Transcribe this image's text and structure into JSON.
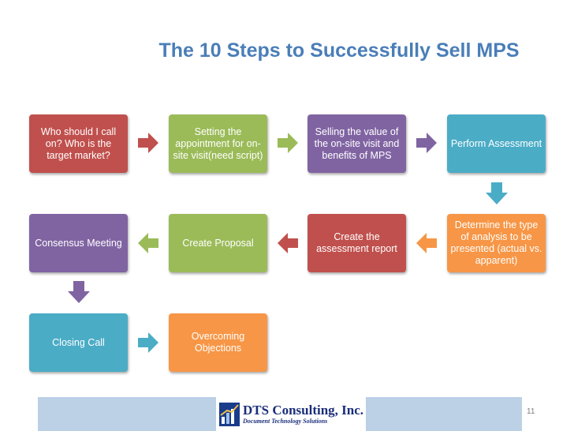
{
  "title": "The 10 Steps to Successfully Sell MPS",
  "steps": [
    {
      "label": "Who should I call on? Who is the target market?",
      "color": "#c0504d"
    },
    {
      "label": "Setting the appointment for on-site visit(need script)",
      "color": "#9bbb59"
    },
    {
      "label": "Selling the value of the on-site visit and benefits of MPS",
      "color": "#8064a2"
    },
    {
      "label": "Perform Assessment",
      "color": "#4bacc6"
    },
    {
      "label": "Determine the type of analysis to be presented (actual vs. apparent)",
      "color": "#f79646"
    },
    {
      "label": "Create the assessment report",
      "color": "#c0504d"
    },
    {
      "label": "Create Proposal",
      "color": "#9bbb59"
    },
    {
      "label": "Consensus Meeting",
      "color": "#8064a2"
    },
    {
      "label": "Closing Call",
      "color": "#4bacc6"
    },
    {
      "label": "Overcoming Objections",
      "color": "#f79646"
    }
  ],
  "arrow_colors": [
    "#c0504d",
    "#9bbb59",
    "#8064a2",
    "#4bacc6",
    "#f79646",
    "#c0504d",
    "#9bbb59",
    "#8064a2",
    "#4bacc6"
  ],
  "footer": {
    "page_number": "11",
    "logo_name": "DTS Consulting, Inc.",
    "logo_tagline": "Document Technology Solutions"
  }
}
